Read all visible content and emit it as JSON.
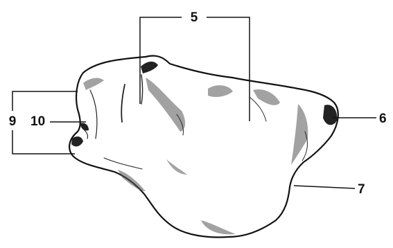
{
  "labels": {
    "l5": "5",
    "l6": "6",
    "l7": "7",
    "l9": "9",
    "l10": "10"
  }
}
